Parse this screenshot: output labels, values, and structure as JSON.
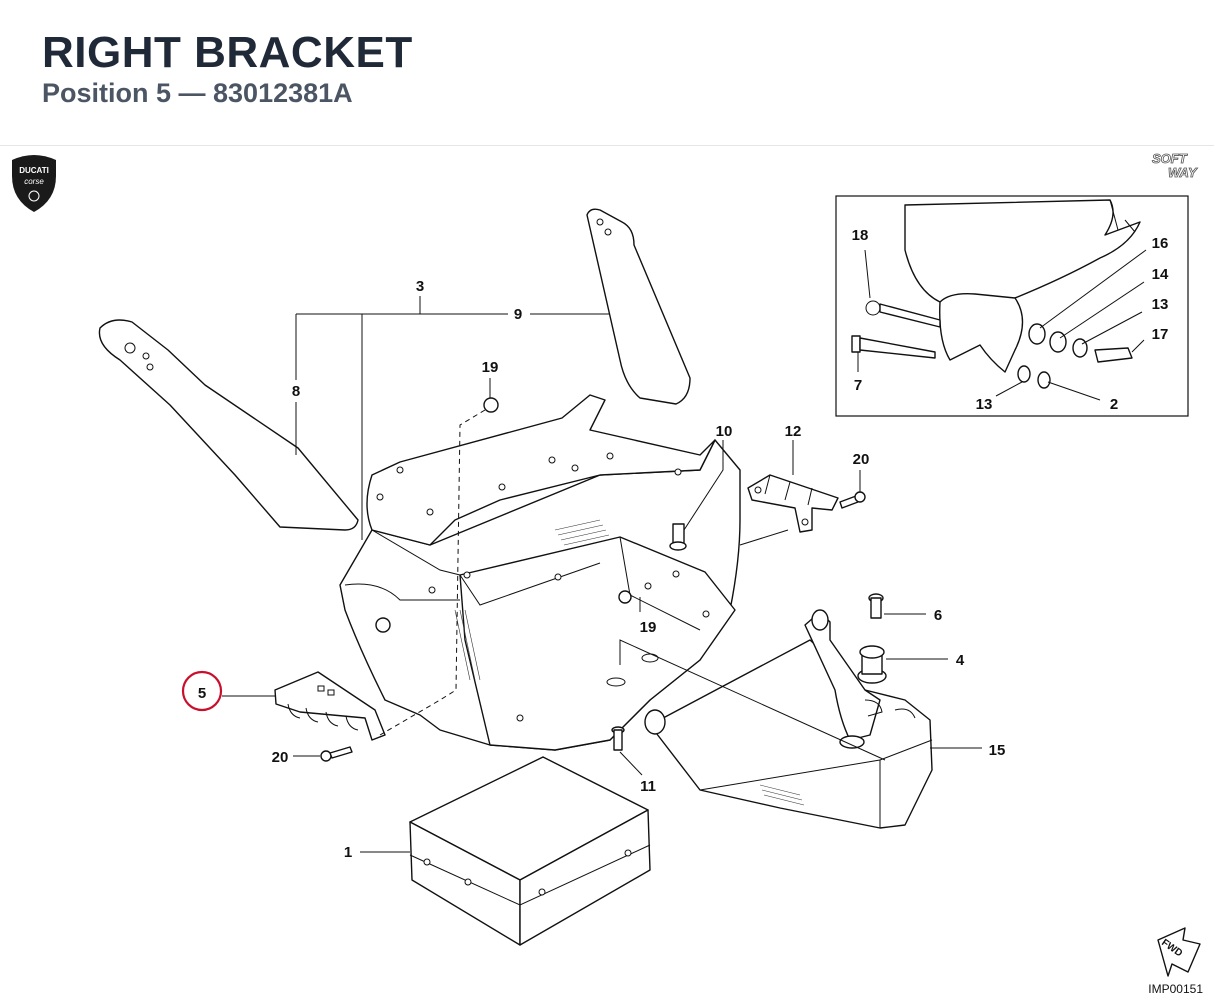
{
  "header": {
    "title": "RIGHT BRACKET",
    "subtitle": "Position 5 — 83012381A"
  },
  "brand": {
    "logo_top": "DUCATI",
    "logo_bottom": "corse",
    "softway_1": "SOFT",
    "softway_2": "WAY"
  },
  "colors": {
    "highlight": "#c8102e",
    "ink": "#111111"
  },
  "labels": {
    "p1": "1",
    "p2": "2",
    "p3": "3",
    "p4": "4",
    "p5": "5",
    "p6": "6",
    "p7": "7",
    "p8": "8",
    "p9": "9",
    "p10": "10",
    "p11": "11",
    "p12": "12",
    "p13a": "13",
    "p13b": "13",
    "p14": "14",
    "p15": "15",
    "p16": "16",
    "p17": "17",
    "p18": "18",
    "p19a": "19",
    "p19b": "19",
    "p20a": "20",
    "p20b": "20"
  },
  "fwd": "FWD",
  "drawing_code": "IMP00151"
}
